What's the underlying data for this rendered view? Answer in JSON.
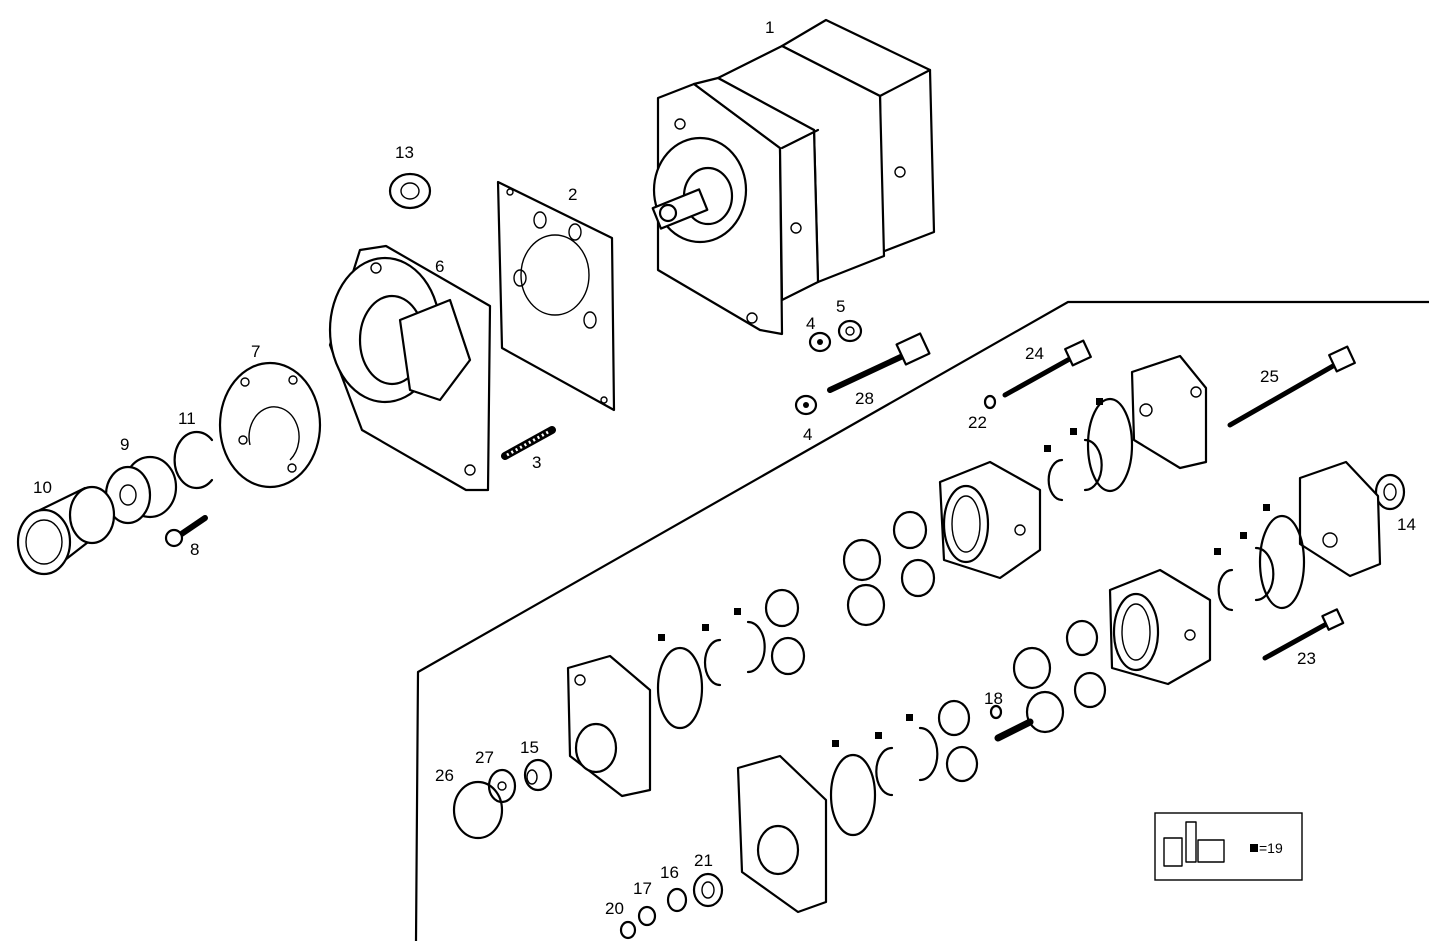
{
  "callouts": [
    "1",
    "2",
    "3",
    "4",
    "4",
    "5",
    "6",
    "7",
    "8",
    "9",
    "10",
    "11",
    "13",
    "14",
    "15",
    "16",
    "17",
    "18",
    "20",
    "21",
    "22",
    "23",
    "24",
    "25",
    "26",
    "27",
    "28"
  ],
  "legend": {
    "label": "=19"
  }
}
